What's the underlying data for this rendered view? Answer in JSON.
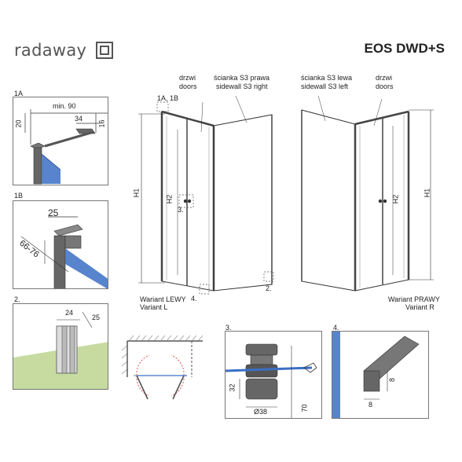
{
  "header": {
    "brand": "radaway",
    "model": "EOS DWD+S"
  },
  "detail_labels": {
    "d1a": "1A",
    "d1b": "1B",
    "d2": "2.",
    "d3": "3.",
    "d4": "4.",
    "ref_1a_1b": "1A, 1B"
  },
  "left_variant": {
    "doors_pl": "drzwi",
    "doors_en": "doors",
    "sidewall_pl": "ścianka S3 prawa",
    "sidewall_en": "sidewall S3 right",
    "variant_pl": "Wariant LEWY",
    "variant_en": "Variant L",
    "h1": "H1",
    "h2": "H2",
    "mark3": "3.",
    "mark4": "4.",
    "mark2": "2."
  },
  "right_variant": {
    "sidewall_pl": "ścianka S3 lewa",
    "sidewall_en": "sidewall S3 left",
    "doors_pl": "drzwi",
    "doors_en": "doors",
    "variant_pl": "Wariant PRAWY",
    "variant_en": "Variant R",
    "h1": "H1",
    "h2": "H2"
  },
  "dimensions": {
    "min90": "min. 90",
    "d20": "20",
    "d34": "34",
    "d16": "16",
    "d25": "25",
    "d6676": "66-76",
    "d24": "24",
    "d25b": "25",
    "d32": "32",
    "d38": "Ø38",
    "d70": "70",
    "d8a": "8",
    "d8b": "8"
  },
  "colors": {
    "glass": "#3a6fc4",
    "profile": "#555555",
    "floor": "#c7dba0",
    "hatch": "#888888",
    "swing": "#d9534f"
  }
}
